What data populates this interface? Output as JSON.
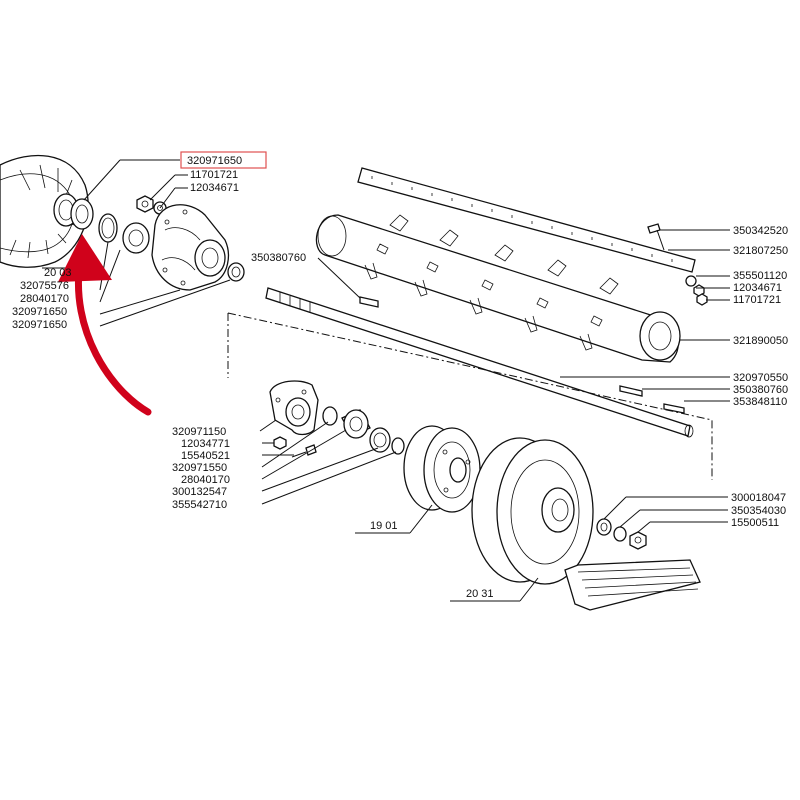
{
  "colors": {
    "ink": "#111111",
    "highlight_box": "#e05050",
    "arrow": "#d0021b"
  },
  "highlighted_part": "320971650",
  "labels": {
    "top_stack": [
      "320971650",
      "11701721",
      "12034671"
    ],
    "left_stack": [
      "20 03",
      "32075576",
      "28040170",
      "320971650",
      "320971650"
    ],
    "shaft_label": "350380760",
    "right_top": [
      "350342520",
      "321807250",
      "355501120",
      "12034671",
      "11701721"
    ],
    "right_mid": [
      "321890050",
      "320970550",
      "350380760",
      "353848110"
    ],
    "bottom_left": [
      "320971150",
      "12034771",
      "15540521",
      "320971550",
      "28040170",
      "300132547",
      "355542710"
    ],
    "pulley_1": "19 01",
    "pulley_2": "20 31",
    "bottom_right": [
      "300018047",
      "350354030",
      "15500511"
    ]
  }
}
